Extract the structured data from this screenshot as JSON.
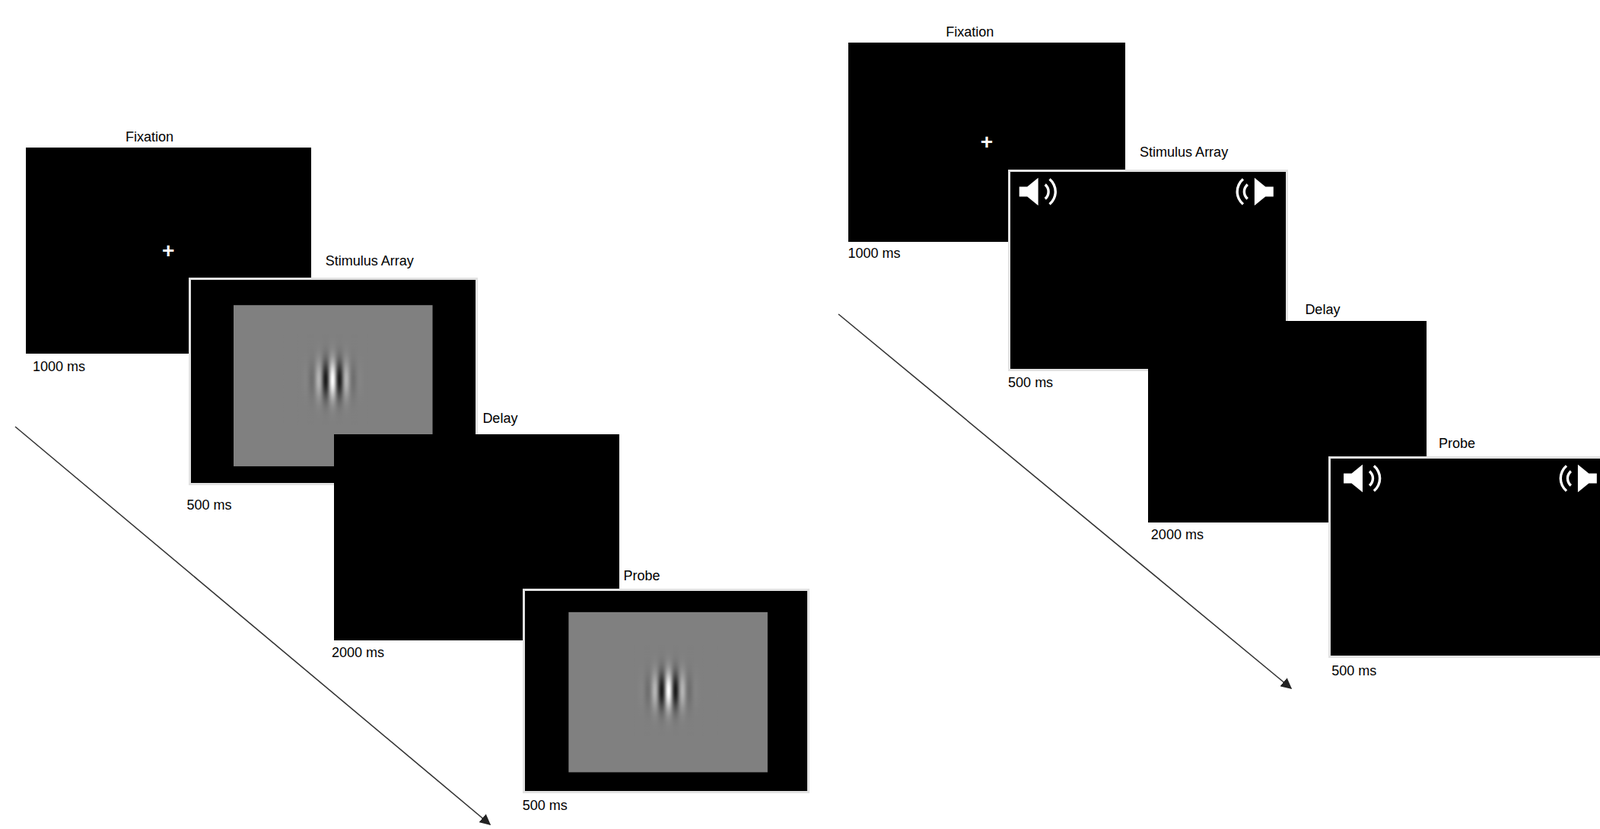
{
  "diagram": {
    "nodes": [
      {
        "text": [
          "Fixation",
          "+",
          "1000 ms"
        ]
      },
      {
        "text": [
          "Stimulus Array",
          "500 ms"
        ]
      },
      {
        "text": [
          "Delay",
          "2000 ms"
        ]
      },
      {
        "text": [
          "Probe",
          "500 ms"
        ]
      },
      {
        "text": [
          "Fixation",
          "+",
          "1000 ms"
        ]
      },
      {
        "text": [
          "Stimulus Array",
          "500 ms"
        ]
      },
      {
        "text": [
          "Delay",
          "2000 ms"
        ]
      },
      {
        "text": [
          "Probe",
          "500 ms"
        ]
      }
    ]
  }
}
